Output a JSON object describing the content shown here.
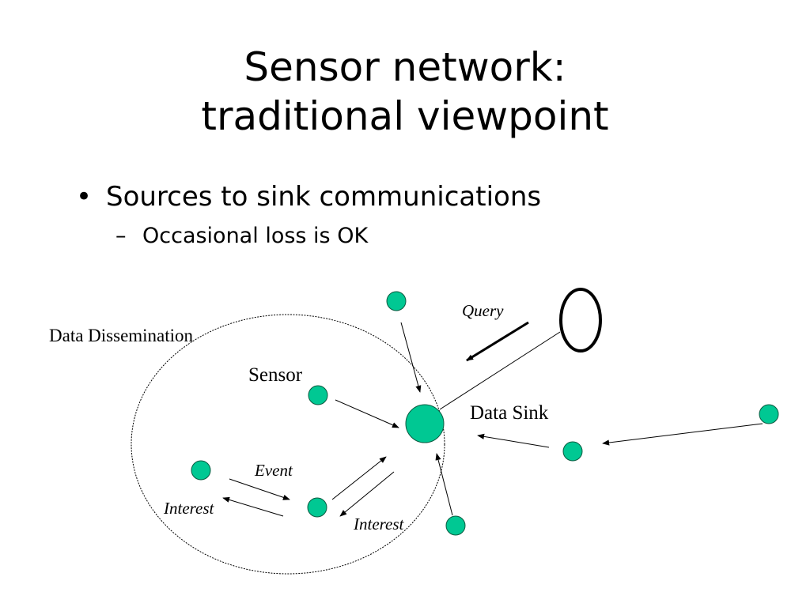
{
  "title": {
    "line1": "Sensor network:",
    "line2": "traditional viewpoint"
  },
  "bullets": {
    "main": "Sources to sink communications",
    "sub": "Occasional loss is OK",
    "main_marker": "•",
    "sub_marker": "–"
  },
  "diagram": {
    "labels": {
      "region": "Data Dissemination",
      "sensor": "Sensor",
      "sink": "Data Sink",
      "query": "Query",
      "event": "Event",
      "interest_left": "Interest",
      "interest_right": "Interest"
    },
    "colors": {
      "node_fill": "#00C893",
      "node_stroke": "#0a5a40",
      "line": "#000000"
    }
  }
}
